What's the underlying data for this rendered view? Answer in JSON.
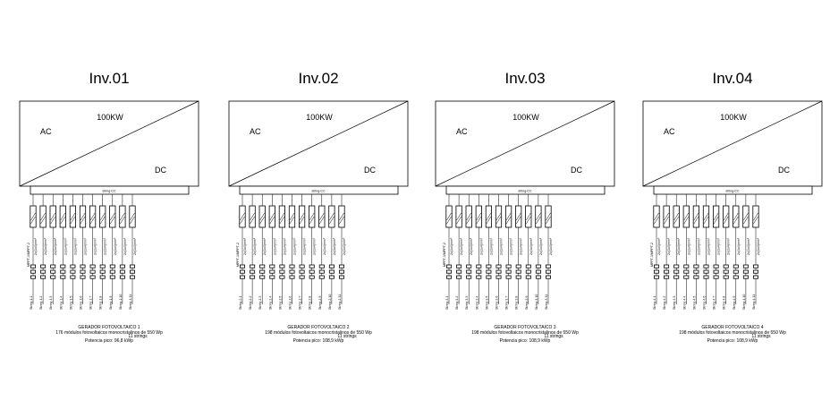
{
  "inverters": [
    {
      "title": "Inv.01",
      "power": "100KW",
      "ac": "AC",
      "dc": "DC",
      "bus_label": "string-CC",
      "stack_label": "MPPT-1/MPPT-2",
      "string_count": 11,
      "string_labels": [
        "String 1.1",
        "String 1.2",
        "String 1.3",
        "String 1.4",
        "String 1.5",
        "String 1.6",
        "String 1.7",
        "String 1.8",
        "String 1.9",
        "String 1.10",
        "String 1.11"
      ],
      "generator_title": "GERADOR FOTOVOLTAICO 1",
      "generator_modules": "176 módulos fotovoltaicos monocristalinos de 550 Wp",
      "generator_strings": "11 strings",
      "generator_power": "Potencia pico: 96,8 kWp"
    },
    {
      "title": "Inv.02",
      "power": "100KW",
      "ac": "AC",
      "dc": "DC",
      "bus_label": "string-CC",
      "stack_label": "MPPT-1/MPPT-2",
      "string_count": 11,
      "string_labels": [
        "String 2.1",
        "String 2.2",
        "String 2.3",
        "String 2.4",
        "String 2.5",
        "String 2.6",
        "String 2.7",
        "String 2.8",
        "String 2.9",
        "String 2.10",
        "String 2.11"
      ],
      "generator_title": "GERADOR FOTOVOLTAICO 2",
      "generator_modules": "198 módulos fotovoltaicos monocristalinos de 550 Wp",
      "generator_strings": "11 strings",
      "generator_power": "Potencia pico: 108,9 kWp"
    },
    {
      "title": "Inv.03",
      "power": "100KW",
      "ac": "AC",
      "dc": "DC",
      "bus_label": "string-CC",
      "stack_label": "MPPT-1/MPPT-2",
      "string_count": 11,
      "string_labels": [
        "String 3.1",
        "String 3.2",
        "String 3.3",
        "String 3.4",
        "String 3.5",
        "String 3.6",
        "String 3.7",
        "String 3.8",
        "String 3.9",
        "String 3.10",
        "String 3.11"
      ],
      "generator_title": "GERADOR FOTOVOLTAICO 3",
      "generator_modules": "198 módulos fotovoltaicos monocristalinos de 550 Wp",
      "generator_strings": "11 strings",
      "generator_power": "Potencia pico: 108,9 kWp"
    },
    {
      "title": "Inv.04",
      "power": "100KW",
      "ac": "AC",
      "dc": "DC",
      "bus_label": "string-CC",
      "stack_label": "MPPT-1/MPPT-2",
      "string_count": 11,
      "string_labels": [
        "String 4.1",
        "String 4.2",
        "String 4.3",
        "String 4.4",
        "String 4.5",
        "String 4.6",
        "String 4.7",
        "String 4.8",
        "String 4.9",
        "String 4.10",
        "String 4.11"
      ],
      "generator_title": "GERADOR FOTOVOLTAICO 4",
      "generator_modules": "198 módulos fotovoltaicos monocristalinos de 550 Wp",
      "generator_strings": "11 strings",
      "generator_power": "Potencia pico: 108,9 kWp"
    }
  ]
}
